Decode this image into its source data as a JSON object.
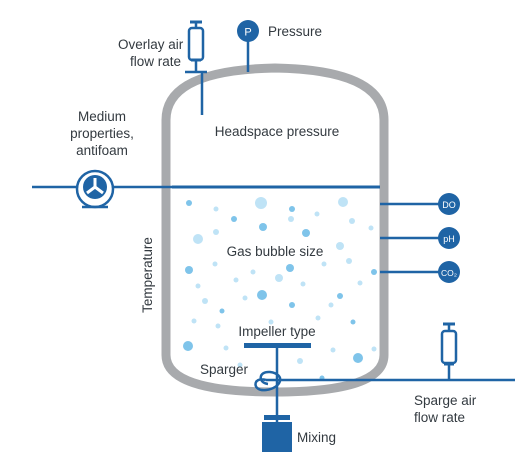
{
  "labels": {
    "overlay_air_1": "Overlay air",
    "overlay_air_2": "flow rate",
    "pressure_symbol": "P",
    "pressure": "Pressure",
    "medium_1": "Medium",
    "medium_2": "properties,",
    "medium_3": "antifoam",
    "headspace": "Headspace pressure",
    "gas_bubble": "Gas bubble size",
    "temperature": "Temperature",
    "impeller": "Impeller type",
    "sparger": "Sparger",
    "sparge_air_1": "Sparge air",
    "sparge_air_2": "flow rate",
    "mixing": "Mixing",
    "do_sensor": "DO",
    "ph_sensor": "pH",
    "co2_sensor": "CO₂"
  },
  "colors": {
    "vessel_wall": "#a8aaad",
    "pipe_blue": "#1f64a5",
    "bubble": "#7fc4ea",
    "bubble_light": "#bfe3f6",
    "text": "#333a40"
  },
  "icons": {
    "pump": "peristaltic-pump-icon",
    "flow_meter": "rotameter-icon",
    "pressure_gauge": "pressure-gauge-icon",
    "motor": "motor-icon"
  }
}
